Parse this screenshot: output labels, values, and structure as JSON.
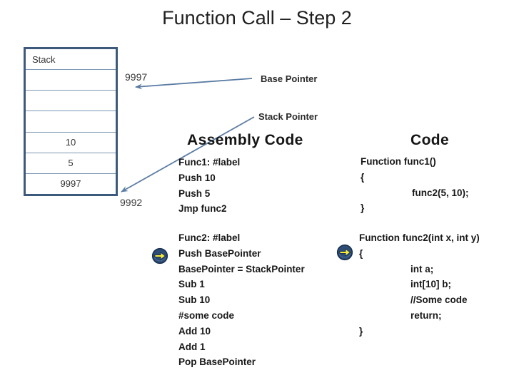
{
  "title": "Function Call – Step 2",
  "stack": {
    "rows": [
      "Stack",
      "",
      "",
      "",
      "10",
      "5",
      "9997"
    ],
    "top_address": "9997",
    "bottom_address": "9992"
  },
  "labels": {
    "base_pointer": "Base Pointer",
    "stack_pointer": "Stack Pointer"
  },
  "assembly": {
    "heading": "Assembly Code",
    "func1": [
      "Func1: #label",
      "Push 10",
      "Push 5",
      "Jmp func2"
    ],
    "func2": [
      "Func2: #label",
      "Push BasePointer",
      "BasePointer = StackPointer",
      "Sub 1",
      "Sub 10",
      "#some code",
      "Add 10",
      "Add 1",
      "Pop BasePointer"
    ]
  },
  "code": {
    "heading": "Code",
    "func1": [
      "Function func1()",
      "{",
      "func2(5, 10);",
      "}"
    ],
    "func2": [
      "Function func2(int x, int y)",
      "{",
      "int a;",
      "int[10] b;",
      "//Some code",
      "return;",
      "}"
    ]
  },
  "icons": {
    "bullet": "right-arrow-circle-icon"
  },
  "colors": {
    "stack_border": "#3d5a7d",
    "stack_gridline": "#7d97b5",
    "connector_blue": "#5b7ca3",
    "icon_navy": "#2e4d76",
    "icon_arrow_yellow": "#f7ec3e",
    "text_dark": "#1c1c1c"
  }
}
